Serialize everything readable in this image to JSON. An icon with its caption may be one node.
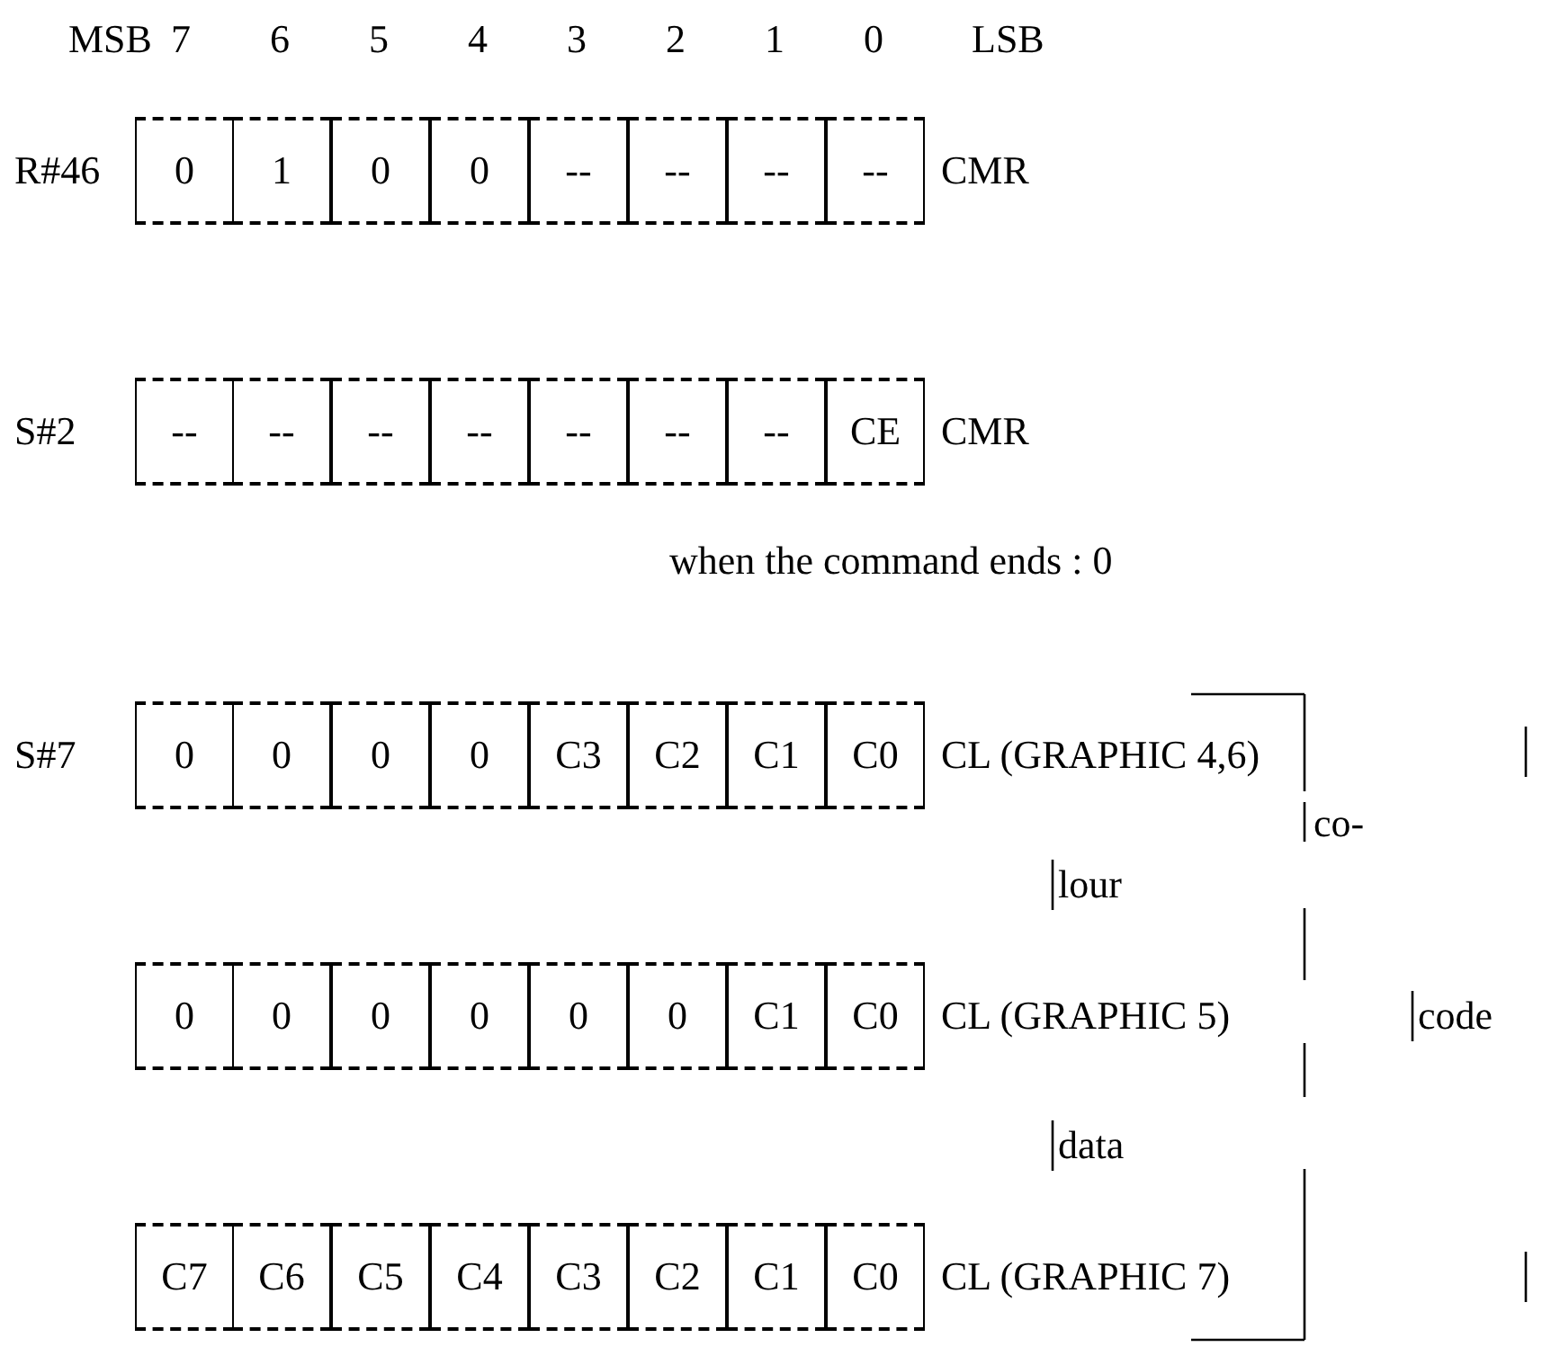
{
  "diagram": {
    "labels": [
      "MSB",
      "7",
      "6",
      "5",
      "4",
      "3",
      "2",
      "1",
      "0",
      "LSB",
      "R#46",
      "0",
      "1",
      "0",
      "0",
      "--",
      "--",
      "--",
      "--",
      "CMR",
      "S#2",
      "--",
      "--",
      "--",
      "--",
      "--",
      "--",
      "--",
      "CE",
      "CMR",
      "when the command ends : 0",
      "S#7",
      "0",
      "0",
      "0",
      "0",
      "C3",
      "C2",
      "C1",
      "C0",
      "CL (GRAPHIC 4,6)",
      "co-",
      "lour",
      "0",
      "0",
      "0",
      "0",
      "0",
      "0",
      "C1",
      "C0",
      "CL (GRAPHIC 5)",
      "code",
      "data",
      "C7",
      "C6",
      "C5",
      "C4",
      "C3",
      "C2",
      "C1",
      "C0",
      "CL (GRAPHIC 7)"
    ]
  }
}
